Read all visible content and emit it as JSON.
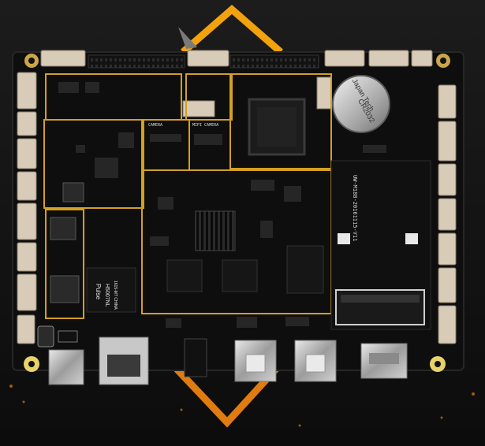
{
  "board": {
    "battery_label": "Japan Tech",
    "battery_model": "CR2032",
    "mpcie_label": "UW-M188-20161115-V11",
    "magnetics_brand": "Pulse",
    "magnetics_part": "H5007NL",
    "magnetics_origin": "1615-MT CHINA",
    "camera_label_1": "CAMERA",
    "camera_label_2": "MIPI CAMERA"
  },
  "colors": {
    "background": "#141414",
    "pcb": "#0e0e0e",
    "trace_outline": "#d4a020",
    "accent_top": "#f2a20d",
    "accent_bottom": "#e07b10",
    "connector": "#d8cbb8"
  }
}
